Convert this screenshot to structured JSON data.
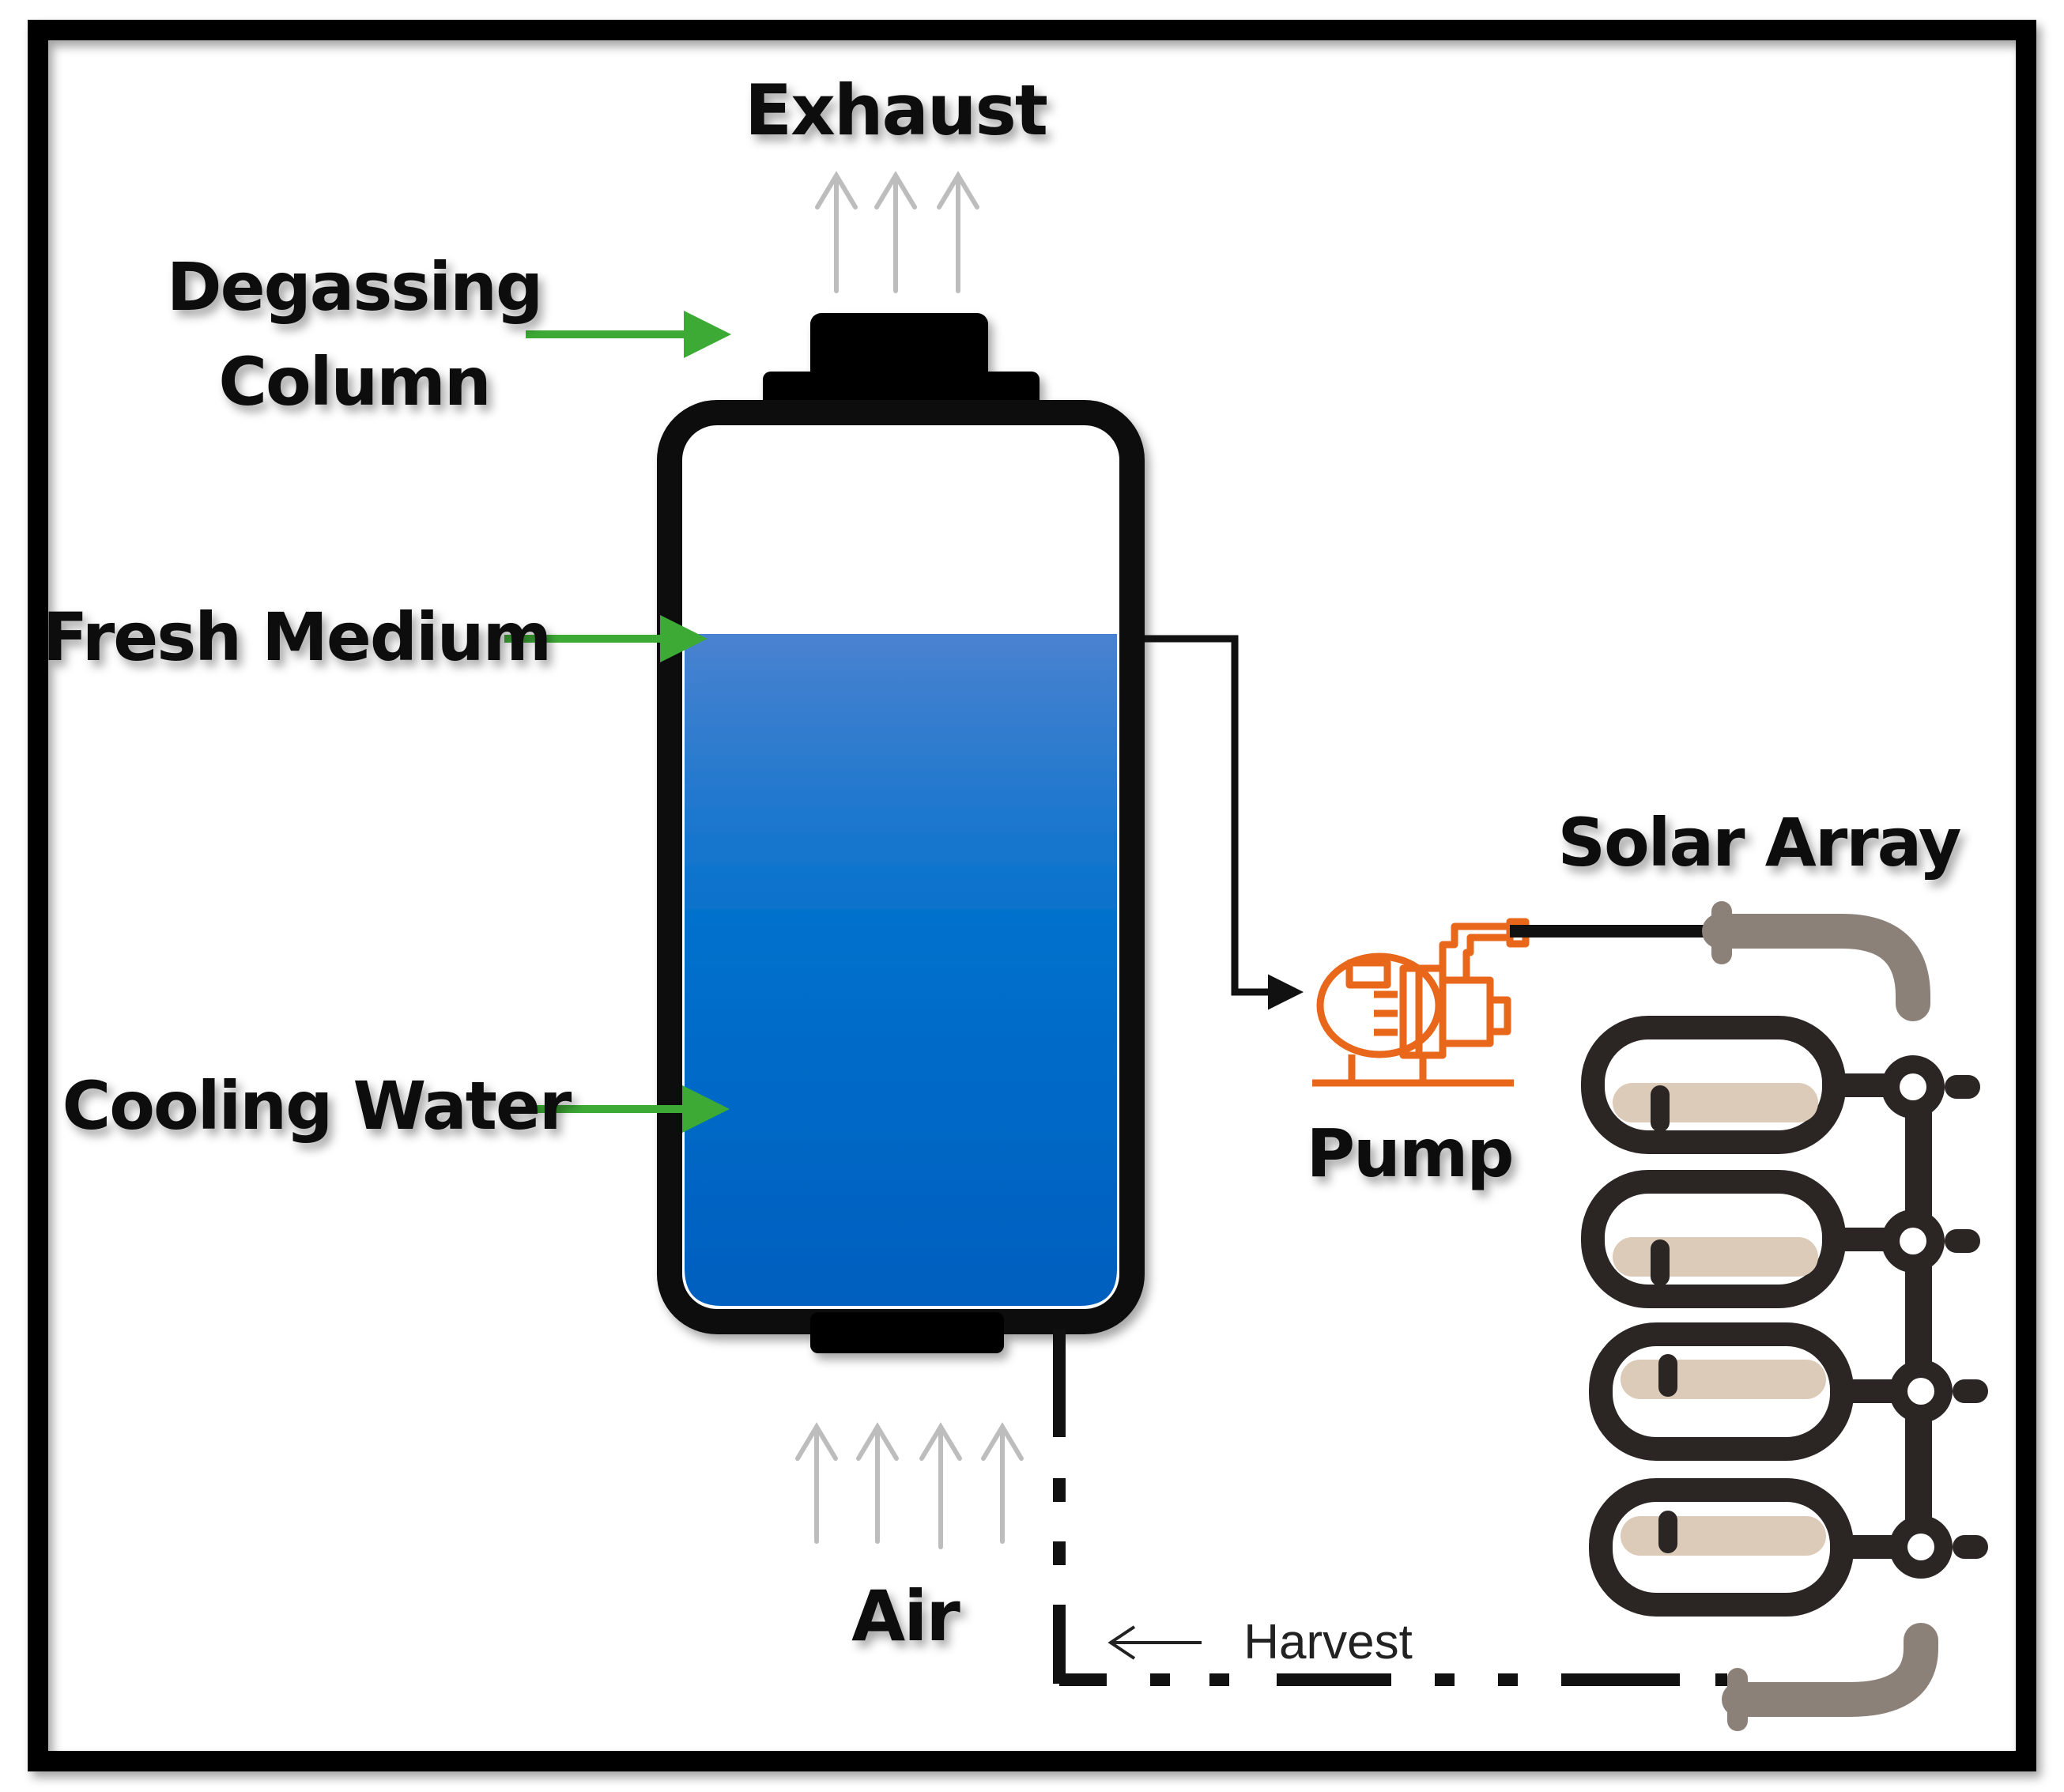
{
  "labels": {
    "exhaust": "Exhaust",
    "degassing_line1": "Degassing",
    "degassing_line2": "Column",
    "fresh_medium": "Fresh Medium",
    "cooling_water": "Cooling Water",
    "air": "Air",
    "pump": "Pump",
    "solar_array": "Solar Array",
    "harvest": "Harvest"
  },
  "colors": {
    "frame": "#000000",
    "vessel_outline": "#111111",
    "liquid_top": "#4a82d0",
    "liquid_mid": "#0070cc",
    "liquid_bottom": "#005fbf",
    "input_arrow": "#3daa35",
    "gas_arrow": "#bdbdbd",
    "pump": "#e8671a",
    "solar_tube_fill": "#dccbb8",
    "solar_tube_outline": "#2b2523",
    "solar_connector": "#8c8179"
  },
  "icons": {
    "pump": "pump-icon",
    "solar_array": "solar-tube-array-icon",
    "vessel": "bioreactor-vessel-icon"
  }
}
